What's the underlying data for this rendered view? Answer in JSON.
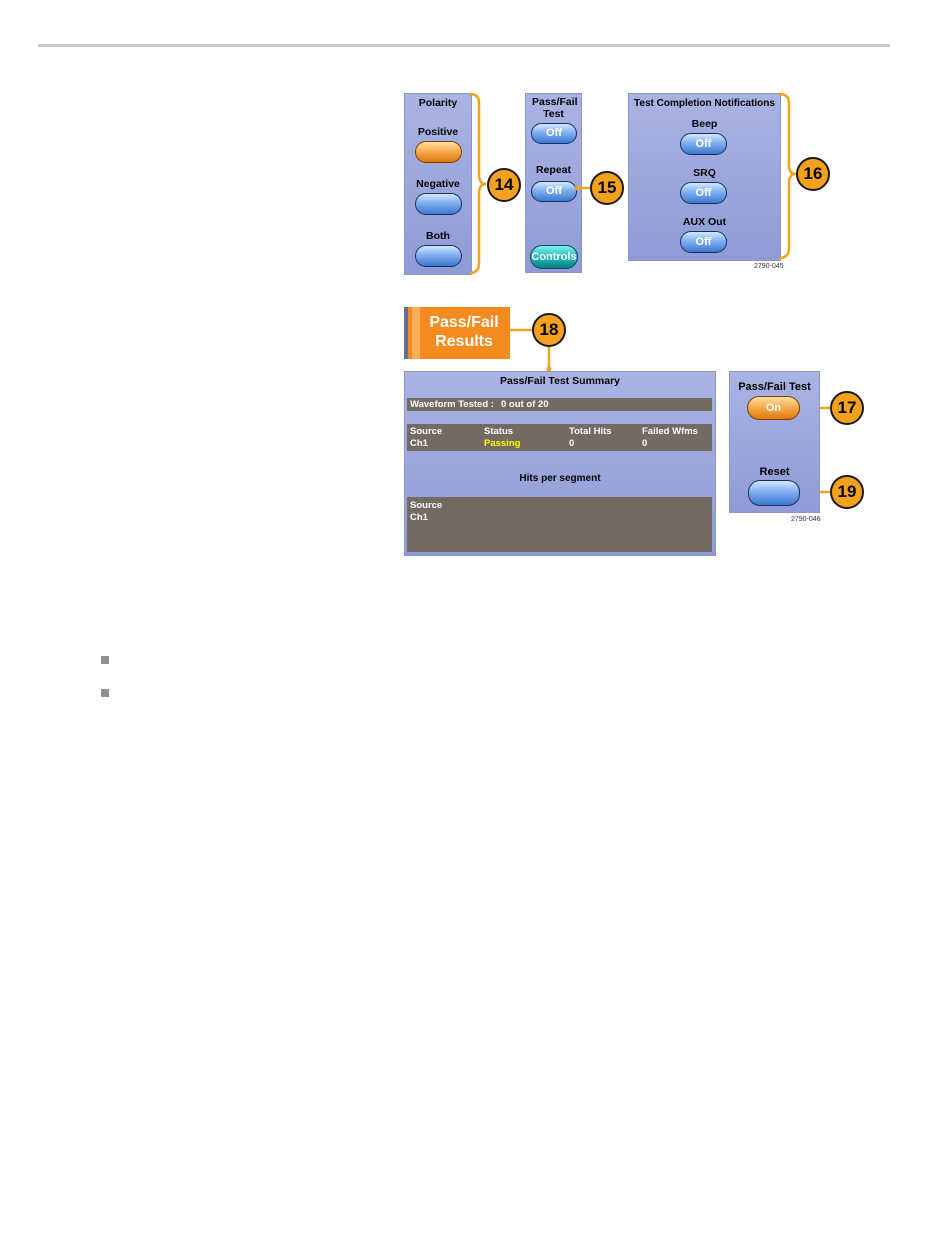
{
  "figure1": {
    "polarity": {
      "title": "Polarity",
      "positive": "Positive",
      "negative": "Negative",
      "both": "Both"
    },
    "passfail": {
      "title": "Pass/Fail Test",
      "state": "Off",
      "repeat_label": "Repeat",
      "repeat_state": "Off",
      "controls": "Controls"
    },
    "notifications": {
      "title": "Test Completion Notifications",
      "beep": "Beep",
      "beep_state": "Off",
      "srq": "SRQ",
      "srq_state": "Off",
      "aux": "AUX Out",
      "aux_state": "Off"
    },
    "callouts": [
      "14",
      "15",
      "16"
    ],
    "figure_id": "2790-045"
  },
  "figure2": {
    "results_tab": "Pass/Fail Results",
    "summary_title": "Pass/Fail Test Summary",
    "waveform_tested_label": "Waveform Tested :",
    "waveform_tested_value": "0 out of 20",
    "columns": [
      "Source",
      "Status",
      "Total Hits",
      "Failed Wfms"
    ],
    "row": {
      "source": "Ch1",
      "status": "Passing",
      "total_hits": "0",
      "failed_wfms": "0"
    },
    "hits_title": "Hits per segment",
    "hits_source_label": "Source",
    "hits_source_value": "Ch1",
    "passfail_test_label": "Pass/Fail Test",
    "passfail_test_state": "On",
    "reset_label": "Reset",
    "callouts": [
      "18",
      "17",
      "19"
    ],
    "figure_id": "2790-046"
  },
  "colors": {
    "panel": "#9aa5dc",
    "accent_orange": "#f4a21d",
    "passing": "#ffff00",
    "dark_row": "#736b62"
  }
}
